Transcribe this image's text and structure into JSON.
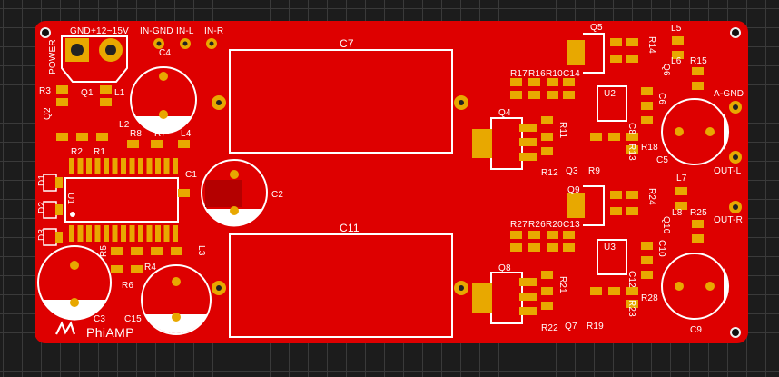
{
  "board": {
    "brand": "PhiAMP",
    "colors": {
      "copper": "#de0000",
      "silk": "#ffffff",
      "pad": "#e8a800",
      "background": "#1c1c1c"
    }
  },
  "connectors": {
    "gnd": "GND",
    "supply": "+12~15V",
    "power": "POWER",
    "in_gnd": "IN-GND",
    "in_l": "IN-L",
    "in_r": "IN-R",
    "a_gnd": "A-GND",
    "out_l": "OUT-L",
    "out_r": "OUT-R"
  },
  "refs": {
    "C7": "C7",
    "C11": "C11",
    "C4": "C4",
    "C1": "C1",
    "C2": "C2",
    "C3": "C3",
    "C15": "C15",
    "C5": "C5",
    "C9": "C9",
    "C6": "C6",
    "C8": "C8",
    "C10": "C10",
    "C12": "C12",
    "C13": "C13",
    "C14": "C14",
    "Q1": "Q1",
    "Q2": "Q2",
    "Q3": "Q3",
    "Q4": "Q4",
    "Q5": "Q5",
    "Q6": "Q6",
    "Q7": "Q7",
    "Q8": "Q8",
    "Q9": "Q9",
    "Q10": "Q10",
    "R1": "R1",
    "R2": "R2",
    "R3": "R3",
    "R4": "R4",
    "R5": "R5",
    "R6": "R6",
    "R7": "R7",
    "R8": "R8",
    "R9": "R9",
    "R10": "R10",
    "R11": "R11",
    "R12": "R12",
    "R13": "R13",
    "R14": "R14",
    "R15": "R15",
    "R16": "R16",
    "R17": "R17",
    "R18": "R18",
    "R19": "R19",
    "R20": "R20",
    "R21": "R21",
    "R22": "R22",
    "R23": "R23",
    "R24": "R24",
    "R25": "R25",
    "R26": "R26",
    "R27": "R27",
    "R28": "R28",
    "L1": "L1",
    "L2": "L2",
    "L3": "L3",
    "L4": "L4",
    "L5": "L5",
    "L6": "L6",
    "L7": "L7",
    "L8": "L8",
    "U1": "U1",
    "U2": "U2",
    "U3": "U3",
    "D1": "D1",
    "D2": "D2",
    "D3": "D3"
  }
}
